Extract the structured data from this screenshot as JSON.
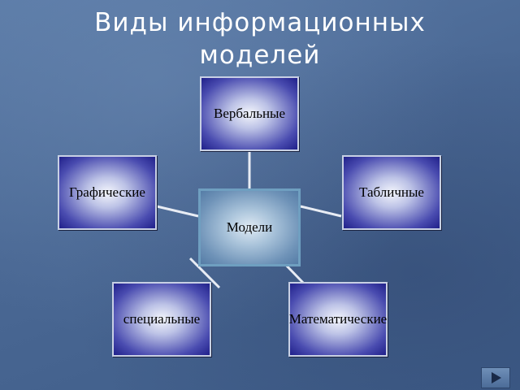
{
  "title": {
    "line1": "Виды информационных",
    "line2": "моделей"
  },
  "nodes": {
    "center": "Модели",
    "verbal": "Вербальные",
    "graphic": "Графические",
    "tabular": "Табличные",
    "special": "специальные",
    "math": "Математические"
  },
  "icons": {
    "next": "next-slide-icon"
  },
  "colors": {
    "background": "#4a6894",
    "box_dark": "#20208a",
    "box_light": "#f4f6fc",
    "center_border": "#6f9fc0",
    "connector": "#e8ecf4",
    "title_text": "#ffffff"
  }
}
